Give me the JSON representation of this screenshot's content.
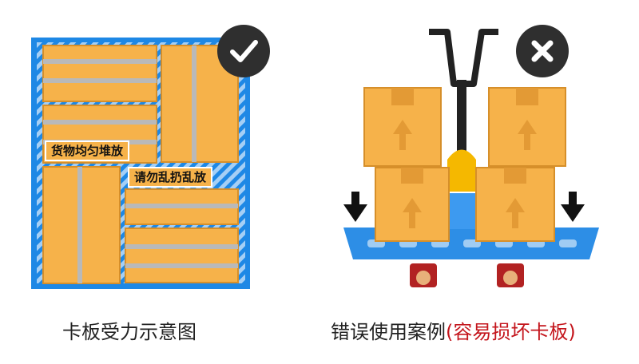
{
  "left_figure": {
    "label_even": "货物均匀堆放",
    "label_chaos": "请勿乱扔乱放",
    "badge_icon": "check-icon"
  },
  "right_figure": {
    "badge_icon": "x-icon",
    "arrow_icon": "down-arrow-icon"
  },
  "captions": {
    "left": "卡板受力示意图",
    "right_main": "错误使用案例",
    "right_note": "(容易损坏卡板)"
  },
  "colors": {
    "pallet_blue": "#1e88e5",
    "box_orange": "#f6b24a",
    "note_red": "#c4151c",
    "badge_dark": "#2f2f2f"
  }
}
